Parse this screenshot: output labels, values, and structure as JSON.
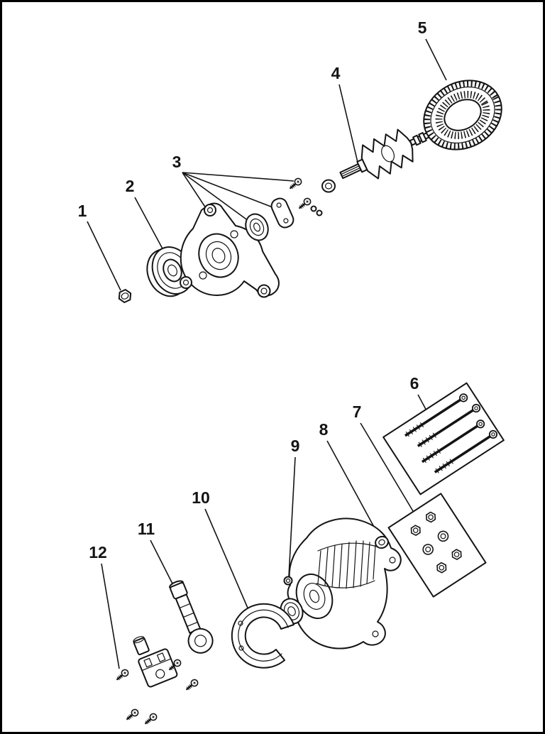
{
  "figure": {
    "kind": "exploded-parts-diagram",
    "subject": "Alternator assembly exploded view",
    "background_color": "#ffffff",
    "line_color": "#141414"
  },
  "callouts": [
    {
      "label": "1",
      "part": "pulley-nut"
    },
    {
      "label": "2",
      "part": "pulley"
    },
    {
      "label": "3",
      "part": "drive-end-frame-with-bearing-and-retainer"
    },
    {
      "label": "4",
      "part": "rotor"
    },
    {
      "label": "5",
      "part": "stator"
    },
    {
      "label": "6",
      "part": "through-bolt-set"
    },
    {
      "label": "7",
      "part": "nut-and-washer-set"
    },
    {
      "label": "8",
      "part": "washer"
    },
    {
      "label": "9",
      "part": "rear-bearing"
    },
    {
      "label": "10",
      "part": "bearing-retainer-cover"
    },
    {
      "label": "11",
      "part": "terminal-link"
    },
    {
      "label": "12",
      "part": "brush-holder-assembly"
    }
  ]
}
